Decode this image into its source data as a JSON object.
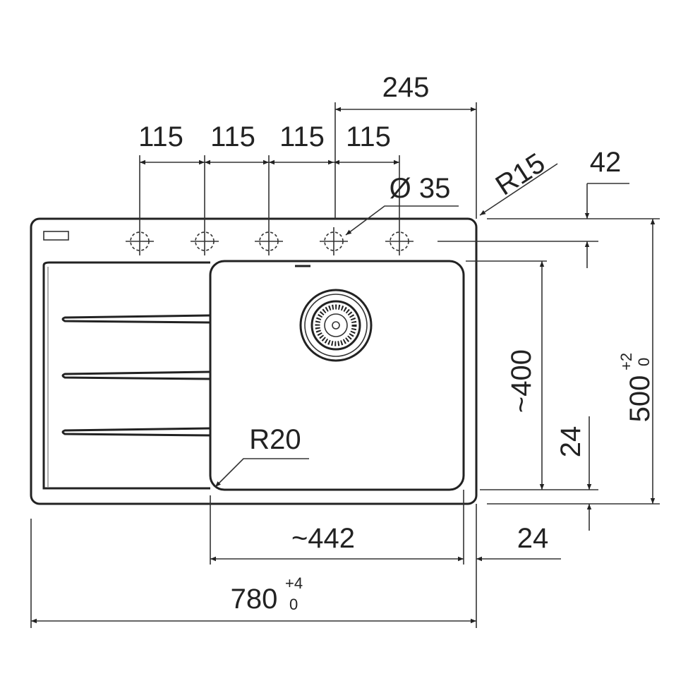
{
  "dimensions": {
    "tap_offset_total": "245",
    "tap_spacing": [
      "115",
      "115",
      "115",
      "115"
    ],
    "corner_radius_outer": "R15",
    "deck_depth": "42",
    "tap_hole_diameter": "Ø 35",
    "bowl_depth": "~400",
    "overall_depth": {
      "value": "500",
      "upper_tol": "+2",
      "lower_tol": "0"
    },
    "bowl_bottom_margin": "24",
    "bowl_radius": "R20",
    "bowl_width": "~442",
    "bowl_right_margin": "24",
    "overall_width": {
      "value": "780",
      "upper_tol": "+4",
      "lower_tol": "0"
    }
  }
}
